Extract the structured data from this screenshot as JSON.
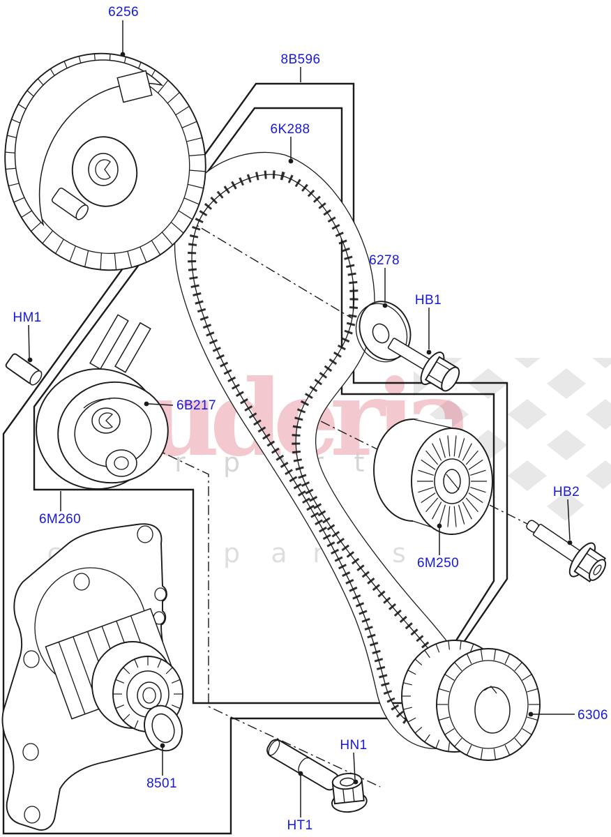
{
  "colors": {
    "label_blue": "#1717dd",
    "line_black": "#1a1a1a",
    "watermark_pink": "#dd5f74",
    "watermark_gray": "#cfcfcf",
    "checker_gray": "#d9d9d9",
    "background": "#ffffff"
  },
  "watermark": {
    "brand": "scuderia",
    "tagline": [
      "c",
      "a",
      "r",
      "p",
      "a",
      "r",
      "t",
      "s"
    ]
  },
  "callouts": [
    {
      "id": "6256",
      "text": "6256"
    },
    {
      "id": "8B596",
      "text": "8B596"
    },
    {
      "id": "6K288",
      "text": "6K288"
    },
    {
      "id": "6278",
      "text": "6278"
    },
    {
      "id": "HB1",
      "text": "HB1"
    },
    {
      "id": "HM1",
      "text": "HM1"
    },
    {
      "id": "6B217",
      "text": "6B217"
    },
    {
      "id": "6M260",
      "text": "6M260"
    },
    {
      "id": "6M250",
      "text": "6M250"
    },
    {
      "id": "HB2",
      "text": "HB2"
    },
    {
      "id": "8501",
      "text": "8501"
    },
    {
      "id": "6306",
      "text": "6306"
    },
    {
      "id": "HN1",
      "text": "HN1"
    },
    {
      "id": "HT1",
      "text": "HT1"
    }
  ]
}
